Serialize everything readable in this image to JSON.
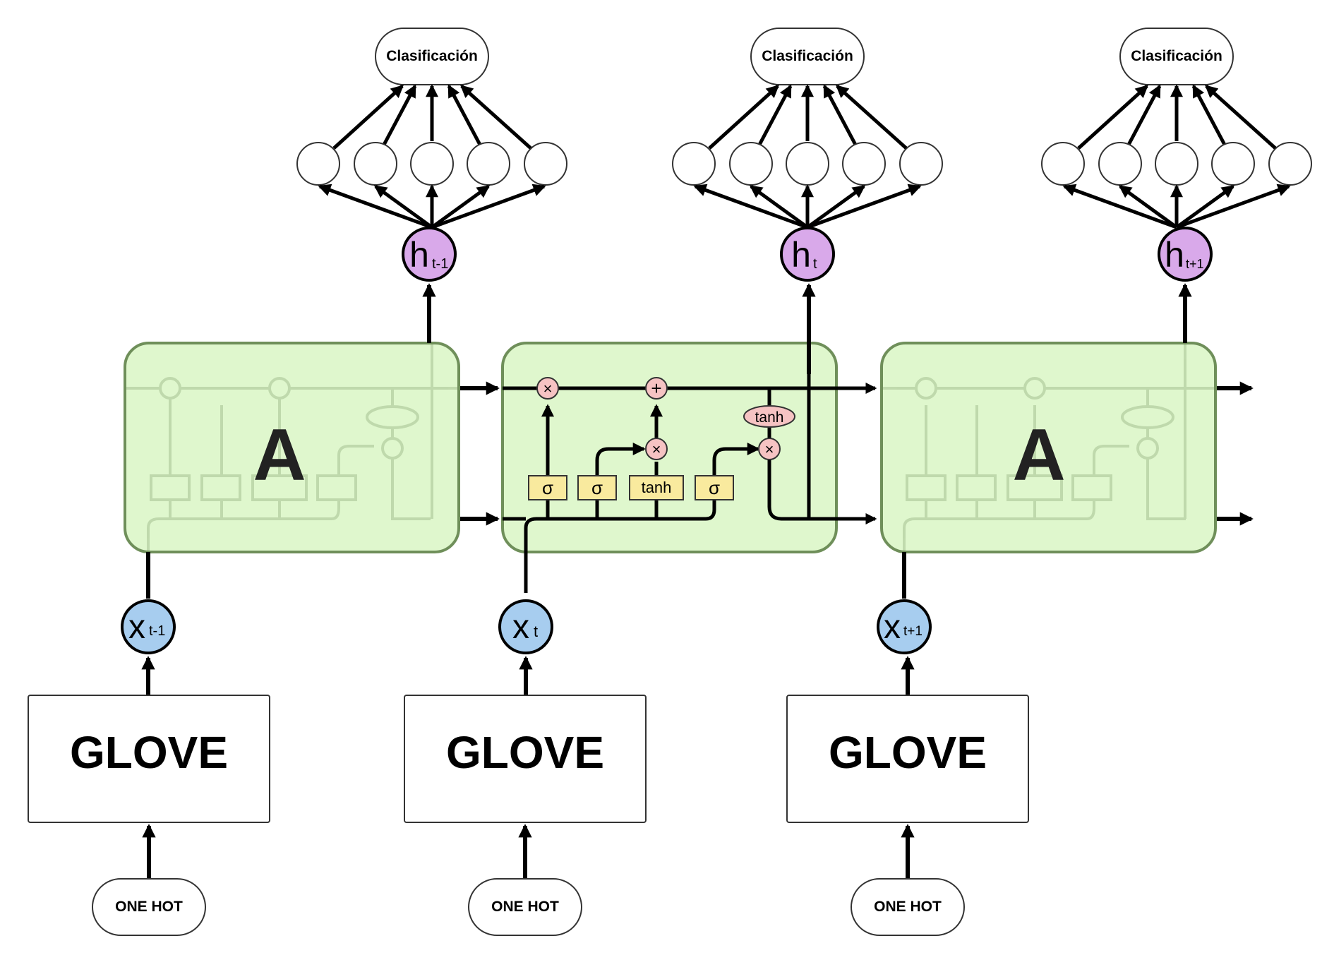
{
  "classification_label": "Clasificación",
  "glove_label": "GLOVE",
  "one_hot_label": "ONE HOT",
  "lstm_cell_label": "A",
  "gate_labels": {
    "sigma": "σ",
    "tanh": "tanh",
    "multiply": "×",
    "add": "+"
  },
  "steps": [
    {
      "h_main": "h",
      "h_sub": "t-1",
      "x_main": "x",
      "x_sub": "t-1",
      "cell": "collapsed"
    },
    {
      "h_main": "h",
      "h_sub": "t",
      "x_main": "x",
      "x_sub": "t",
      "cell": "expanded"
    },
    {
      "h_main": "h",
      "h_sub": "t+1",
      "x_main": "x",
      "x_sub": "t+1",
      "cell": "collapsed"
    }
  ],
  "colors": {
    "cell_fill": "#dff7cd",
    "cell_stroke": "#6f8f5a",
    "h_node": "#d9a9ea",
    "x_node": "#a7cdef",
    "gate_box": "#f9ea9e",
    "pointwise_op": "#f6c3c3"
  }
}
